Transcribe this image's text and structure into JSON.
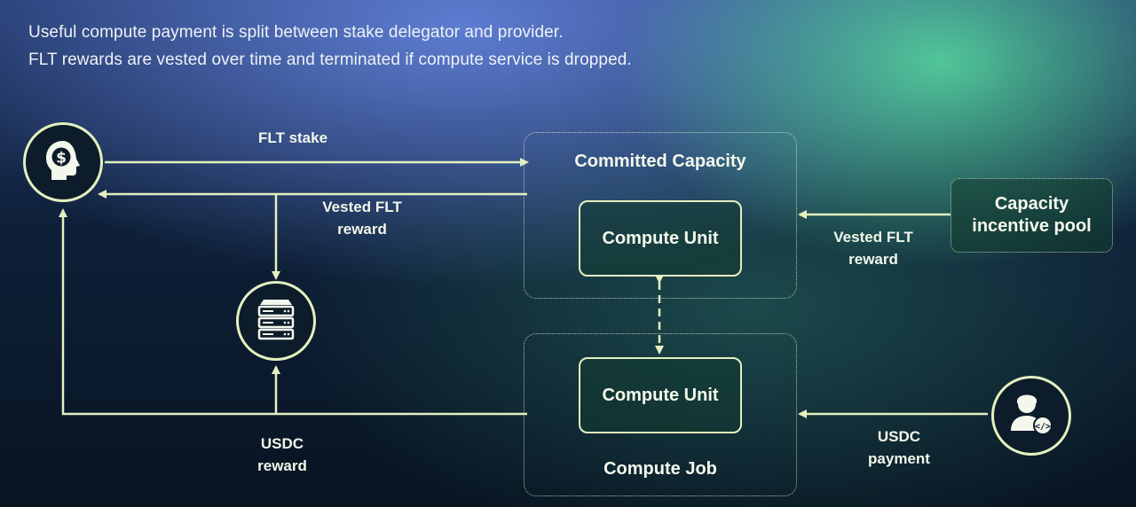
{
  "caption": {
    "line1": "Useful compute payment is split between stake delegator and provider.",
    "line2": "FLT rewards are vested over time and terminated if compute service is dropped."
  },
  "committed_capacity": {
    "title": "Committed Capacity",
    "unit": "Compute Unit"
  },
  "compute_job": {
    "title": "Compute Job",
    "unit": "Compute Unit"
  },
  "capacity_pool": {
    "line1": "Capacity",
    "line2": "incentive pool"
  },
  "labels": {
    "flt_stake": "FLT stake",
    "vested_left_1": "Vested FLT",
    "vested_left_2": "reward",
    "vested_right_1": "Vested FLT",
    "vested_right_2": "reward",
    "usdc_reward_1": "USDC",
    "usdc_reward_2": "reward",
    "usdc_payment_1": "USDC",
    "usdc_payment_2": "payment"
  },
  "icons": {
    "delegator": "person-dollar-icon",
    "provider": "server-icon",
    "customer": "developer-icon"
  },
  "colors": {
    "line": "#e4f0bf",
    "text": "#f4f8ec"
  }
}
